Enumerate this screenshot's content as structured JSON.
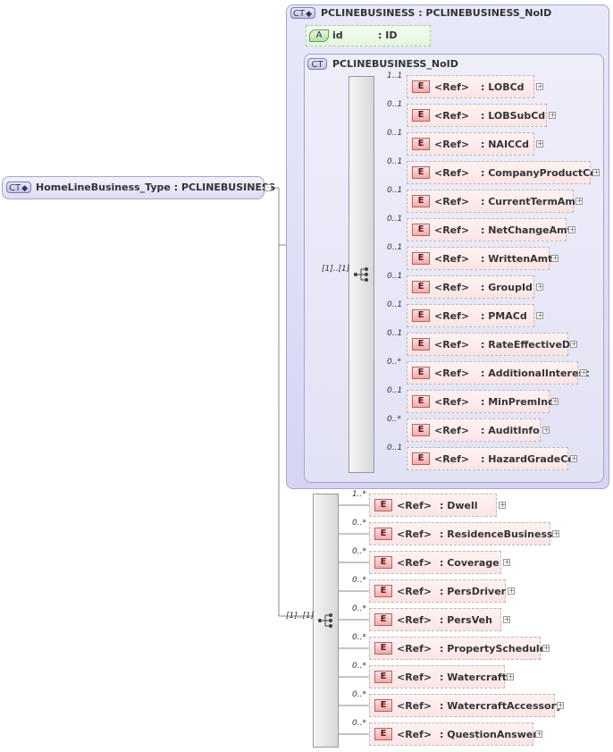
{
  "root": {
    "tag": "CT",
    "name": "HomeLineBusiness_Type",
    "type": ": PCLINEBUSINESS"
  },
  "outer_group": {
    "tag": "CT",
    "title": "PCLINEBUSINESS",
    "type": ": PCLINEBUSINESS_NoID",
    "attribute": {
      "tag": "A",
      "name": "id",
      "type": ": ID"
    }
  },
  "inner_group": {
    "tag": "CT",
    "title": "PCLINEBUSINESS_NoID",
    "sequence_card": "[1]..[1]",
    "elements": [
      {
        "card": "1..1",
        "ref": "<Ref>",
        "name": ": LOBCd"
      },
      {
        "card": "0..1",
        "ref": "<Ref>",
        "name": ": LOBSubCd"
      },
      {
        "card": "0..1",
        "ref": "<Ref>",
        "name": ": NAICCd"
      },
      {
        "card": "0..1",
        "ref": "<Ref>",
        "name": ": CompanyProductCd"
      },
      {
        "card": "0..1",
        "ref": "<Ref>",
        "name": ": CurrentTermAmt"
      },
      {
        "card": "0..1",
        "ref": "<Ref>",
        "name": ": NetChangeAmt"
      },
      {
        "card": "0..1",
        "ref": "<Ref>",
        "name": ": WrittenAmt"
      },
      {
        "card": "0..1",
        "ref": "<Ref>",
        "name": ": GroupId"
      },
      {
        "card": "0..1",
        "ref": "<Ref>",
        "name": ": PMACd"
      },
      {
        "card": "0..1",
        "ref": "<Ref>",
        "name": ": RateEffectiveDt"
      },
      {
        "card": "0..*",
        "ref": "<Ref>",
        "name": ": AdditionalInterest"
      },
      {
        "card": "0..1",
        "ref": "<Ref>",
        "name": ": MinPremInd"
      },
      {
        "card": "0..*",
        "ref": "<Ref>",
        "name": ": AuditInfo"
      },
      {
        "card": "0..1",
        "ref": "<Ref>",
        "name": ": HazardGradeCd"
      }
    ]
  },
  "outer_sequence": {
    "sequence_card": "[1]..[1]",
    "elements": [
      {
        "card": "1..*",
        "ref": "<Ref>",
        "name": ": Dwell"
      },
      {
        "card": "0..*",
        "ref": "<Ref>",
        "name": ": ResidenceBusiness"
      },
      {
        "card": "0..*",
        "ref": "<Ref>",
        "name": ": Coverage"
      },
      {
        "card": "0..*",
        "ref": "<Ref>",
        "name": ": PersDriver"
      },
      {
        "card": "0..*",
        "ref": "<Ref>",
        "name": ": PersVeh"
      },
      {
        "card": "0..*",
        "ref": "<Ref>",
        "name": ": PropertySchedule"
      },
      {
        "card": "0..*",
        "ref": "<Ref>",
        "name": ": Watercraft"
      },
      {
        "card": "0..*",
        "ref": "<Ref>",
        "name": ": WatercraftAccessory"
      },
      {
        "card": "0..*",
        "ref": "<Ref>",
        "name": ": QuestionAnswer"
      }
    ]
  },
  "labels": {
    "element_tag": "E",
    "expand": "+",
    "collapse": "-"
  }
}
